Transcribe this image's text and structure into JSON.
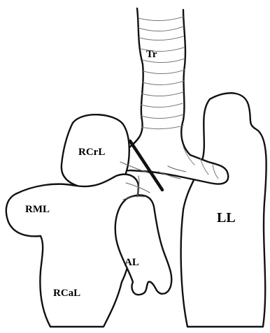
{
  "labels": {
    "trachea": "Tr",
    "right_cranial_lobe": "RCrL",
    "right_middle_lobe": "RML",
    "accessory_lobe": "AL",
    "right_caudal_lobe": "RCaL",
    "left_lobe": "LL"
  },
  "colors": {
    "outline": "#111111",
    "detail": "#666666",
    "background": "#ffffff"
  }
}
